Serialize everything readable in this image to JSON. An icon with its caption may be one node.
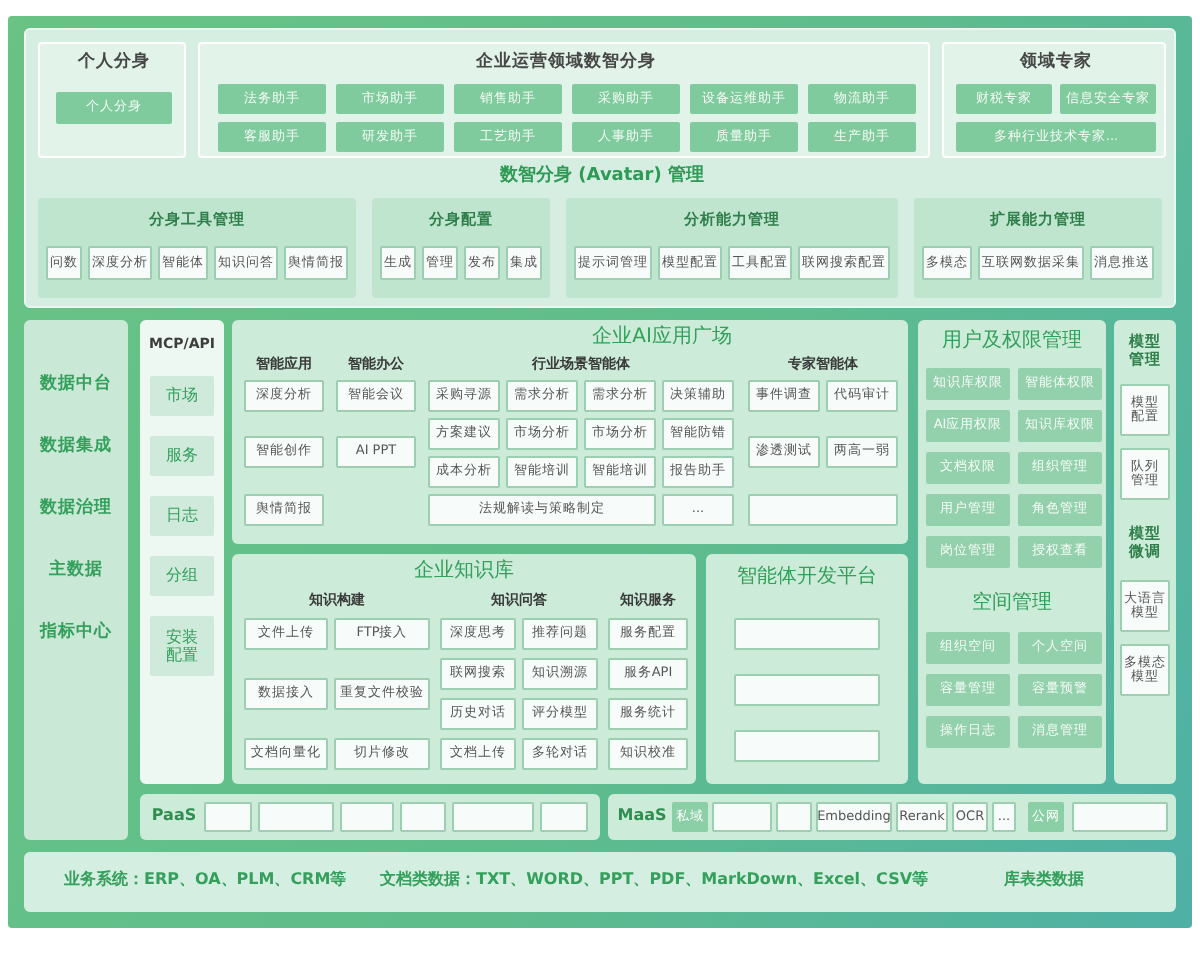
{
  "diagram": {
    "nodes": [
      {
        "text": [
          "数智分身 (Avatar) 管理"
        ]
      },
      {
        "text": [
          "个人分身"
        ],
        "in": 0
      },
      {
        "text": [
          "个人分身"
        ],
        "in": 1
      },
      {
        "text": [
          "企业运营领域数智分身"
        ],
        "in": 0
      },
      {
        "text": [
          "法务助手"
        ],
        "in": 3
      },
      {
        "text": [
          "市场助手"
        ],
        "in": 3
      },
      {
        "text": [
          "销售助手"
        ],
        "in": 3
      },
      {
        "text": [
          "采购助手"
        ],
        "in": 3
      },
      {
        "text": [
          "设备运维助手"
        ],
        "in": 3
      },
      {
        "text": [
          "物流助手"
        ],
        "in": 3
      },
      {
        "text": [
          "客服助手"
        ],
        "in": 3
      },
      {
        "text": [
          "研发助手"
        ],
        "in": 3
      },
      {
        "text": [
          "工艺助手"
        ],
        "in": 3
      },
      {
        "text": [
          "人事助手"
        ],
        "in": 3
      },
      {
        "text": [
          "质量助手"
        ],
        "in": 3
      },
      {
        "text": [
          "生产助手"
        ],
        "in": 3
      },
      {
        "text": [
          "领域专家"
        ],
        "in": 0
      },
      {
        "text": [
          "财税专家"
        ],
        "in": 16
      },
      {
        "text": [
          "信息安全专家"
        ],
        "in": 16
      },
      {
        "text": [
          "多种行业技术专家..."
        ],
        "in": 16
      },
      {
        "text": [
          "分身工具管理"
        ],
        "in": 0
      },
      {
        "text": [
          "问数"
        ],
        "in": 20
      },
      {
        "text": [
          "深度分析"
        ],
        "in": 20
      },
      {
        "text": [
          "智能体"
        ],
        "in": 20
      },
      {
        "text": [
          "知识问答"
        ],
        "in": 20
      },
      {
        "text": [
          "舆情简报"
        ],
        "in": 20
      },
      {
        "text": [
          "分身配置"
        ],
        "in": 0
      },
      {
        "text": [
          "生成"
        ],
        "in": 26
      },
      {
        "text": [
          "管理"
        ],
        "in": 26
      },
      {
        "text": [
          "发布"
        ],
        "in": 26
      },
      {
        "text": [
          "集成"
        ],
        "in": 26
      },
      {
        "text": [
          "分析能力管理"
        ],
        "in": 0
      },
      {
        "text": [
          "提示词管理"
        ],
        "in": 31
      },
      {
        "text": [
          "模型配置"
        ],
        "in": 31
      },
      {
        "text": [
          "工具配置"
        ],
        "in": 31
      },
      {
        "text": [
          "联网搜索配置"
        ],
        "in": 31
      },
      {
        "text": [
          "扩展能力管理"
        ],
        "in": 0
      },
      {
        "text": [
          "多模态"
        ],
        "in": 36
      },
      {
        "text": [
          "互联网数据采集"
        ],
        "in": 36
      },
      {
        "text": [
          "消息推送"
        ],
        "in": 36
      },
      {
        "text": [
          "数据中台",
          "数据集成",
          "数据治理",
          "主数据",
          "指标中心"
        ]
      },
      {
        "text": [
          "MCP/API"
        ]
      },
      {
        "text": [
          "市场"
        ],
        "in": 41
      },
      {
        "text": [
          "服务"
        ],
        "in": 41
      },
      {
        "text": [
          "日志"
        ],
        "in": 41
      },
      {
        "text": [
          "分组"
        ],
        "in": 41
      },
      {
        "text": [
          "安装配置"
        ],
        "in": 41
      },
      {
        "text": [
          "企业AI应用广场",
          "智能应用",
          "智能办公",
          "行业场景智能体",
          "专家智能体"
        ]
      },
      {
        "text": [
          "深度分析"
        ],
        "in": 47
      },
      {
        "text": [
          "智能创作"
        ],
        "in": 47
      },
      {
        "text": [
          "舆情简报"
        ],
        "in": 47
      },
      {
        "text": [
          "智能会议"
        ],
        "in": 47
      },
      {
        "text": [
          "AI PPT"
        ],
        "in": 47
      },
      {
        "text": [
          "采购寻源"
        ],
        "in": 47
      },
      {
        "text": [
          "需求分析"
        ],
        "in": 47
      },
      {
        "text": [
          "需求分析"
        ],
        "in": 47
      },
      {
        "text": [
          "决策辅助"
        ],
        "in": 47
      },
      {
        "text": [
          "方案建议"
        ],
        "in": 47
      },
      {
        "text": [
          "市场分析"
        ],
        "in": 47
      },
      {
        "text": [
          "市场分析"
        ],
        "in": 47
      },
      {
        "text": [
          "智能防错"
        ],
        "in": 47
      },
      {
        "text": [
          "成本分析"
        ],
        "in": 47
      },
      {
        "text": [
          "智能培训"
        ],
        "in": 47
      },
      {
        "text": [
          "智能培训"
        ],
        "in": 47
      },
      {
        "text": [
          "报告助手"
        ],
        "in": 47
      },
      {
        "text": [
          "法规解读与策略制定"
        ],
        "in": 47
      },
      {
        "text": [
          "..."
        ],
        "in": 47
      },
      {
        "text": [
          "事件调查"
        ],
        "in": 47
      },
      {
        "text": [
          "代码审计"
        ],
        "in": 47
      },
      {
        "text": [
          "渗透测试"
        ],
        "in": 47
      },
      {
        "text": [
          "两高一弱"
        ],
        "in": 47
      },
      {
        "text": [],
        "shape": "box",
        "in": 47
      },
      {
        "text": [
          "企业知识库",
          "知识构建",
          "知识问答",
          "知识服务"
        ]
      },
      {
        "text": [
          "文件上传"
        ],
        "in": 72
      },
      {
        "text": [
          "FTP接入"
        ],
        "in": 72
      },
      {
        "text": [
          "数据接入"
        ],
        "in": 72
      },
      {
        "text": [
          "重复文件校验"
        ],
        "in": 72
      },
      {
        "text": [
          "文档向量化"
        ],
        "in": 72
      },
      {
        "text": [
          "切片修改"
        ],
        "in": 72
      },
      {
        "text": [
          "深度思考"
        ],
        "in": 72
      },
      {
        "text": [
          "推荐问题"
        ],
        "in": 72
      },
      {
        "text": [
          "联网搜索"
        ],
        "in": 72
      },
      {
        "text": [
          "知识溯源"
        ],
        "in": 72
      },
      {
        "text": [
          "历史对话"
        ],
        "in": 72
      },
      {
        "text": [
          "评分模型"
        ],
        "in": 72
      },
      {
        "text": [
          "文档上传"
        ],
        "in": 72
      },
      {
        "text": [
          "多轮对话"
        ],
        "in": 72
      },
      {
        "text": [
          "服务配置"
        ],
        "in": 72
      },
      {
        "text": [
          "服务API"
        ],
        "in": 72
      },
      {
        "text": [
          "服务统计"
        ],
        "in": 72
      },
      {
        "text": [
          "知识校准"
        ],
        "in": 72
      },
      {
        "text": [
          "智能体开发平台"
        ]
      },
      {
        "text": [],
        "shape": "box",
        "in": 91
      },
      {
        "text": [],
        "shape": "box",
        "in": 91
      },
      {
        "text": [],
        "shape": "box",
        "in": 91
      },
      {
        "text": [
          "用户及权限管理",
          "空间管理"
        ]
      },
      {
        "text": [
          "知识库权限"
        ],
        "in": 95
      },
      {
        "text": [
          "智能体权限"
        ],
        "in": 95
      },
      {
        "text": [
          "AI应用权限"
        ],
        "in": 95
      },
      {
        "text": [
          "知识库权限"
        ],
        "in": 95
      },
      {
        "text": [
          "文档权限"
        ],
        "in": 95
      },
      {
        "text": [
          "组织管理"
        ],
        "in": 95
      },
      {
        "text": [
          "用户管理"
        ],
        "in": 95
      },
      {
        "text": [
          "角色管理"
        ],
        "in": 95
      },
      {
        "text": [
          "岗位管理"
        ],
        "in": 95
      },
      {
        "text": [
          "授权查看"
        ],
        "in": 95
      },
      {
        "text": [
          "组织空间"
        ],
        "in": 95
      },
      {
        "text": [
          "个人空间"
        ],
        "in": 95
      },
      {
        "text": [
          "容量管理"
        ],
        "in": 95
      },
      {
        "text": [
          "容量预警"
        ],
        "in": 95
      },
      {
        "text": [
          "操作日志"
        ],
        "in": 95
      },
      {
        "text": [
          "消息管理"
        ],
        "in": 95
      },
      {
        "text": [
          "模型管理",
          "模型微调"
        ]
      },
      {
        "text": [
          "模型配置"
        ],
        "in": 112
      },
      {
        "text": [
          "队列管理"
        ],
        "in": 112
      },
      {
        "text": [
          "大语言模型"
        ],
        "in": 112
      },
      {
        "text": [
          "多模态模型"
        ],
        "in": 112
      },
      {
        "text": [
          "PaaS"
        ]
      },
      {
        "text": [],
        "shape": "box",
        "in": 117
      },
      {
        "text": [],
        "shape": "box",
        "in": 117
      },
      {
        "text": [],
        "shape": "box",
        "in": 117
      },
      {
        "text": [],
        "shape": "box",
        "in": 117
      },
      {
        "text": [],
        "shape": "box",
        "in": 117
      },
      {
        "text": [],
        "shape": "box",
        "in": 117
      },
      {
        "text": [
          "MaaS"
        ]
      },
      {
        "text": [
          "私域"
        ],
        "in": 124
      },
      {
        "text": [],
        "shape": "box",
        "in": 124
      },
      {
        "text": [],
        "shape": "box",
        "in": 124
      },
      {
        "text": [
          "Embedding"
        ],
        "in": 124
      },
      {
        "text": [
          "Rerank"
        ],
        "in": 124
      },
      {
        "text": [
          "OCR"
        ],
        "in": 124
      },
      {
        "text": [
          "..."
        ],
        "in": 124
      },
      {
        "text": [
          "公网"
        ],
        "in": 124
      },
      {
        "text": [],
        "shape": "box",
        "in": 124
      },
      {
        "text": [
          "业务系统：ERP、OA、PLM、CRM等",
          "文档类数据：TXT、WORD、PPT、PDF、MarkDown、Excel、CSV等",
          "库表类数据"
        ]
      }
    ]
  }
}
